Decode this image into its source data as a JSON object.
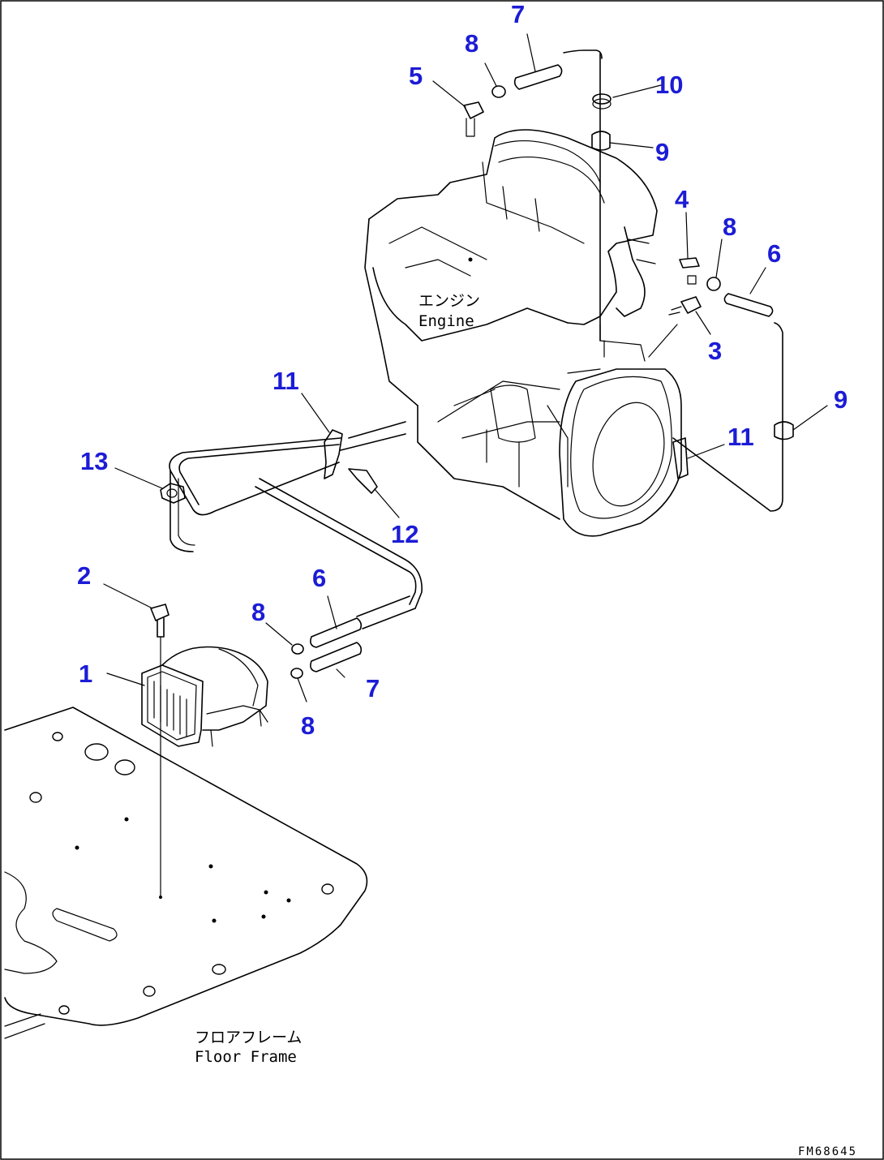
{
  "callouts": {
    "c1": "1",
    "c2": "2",
    "c3": "3",
    "c4": "4",
    "c5": "5",
    "c6a": "6",
    "c6b": "6",
    "c7a": "7",
    "c7b": "7",
    "c8a": "8",
    "c8b": "8",
    "c8c": "8",
    "c8d": "8",
    "c9a": "9",
    "c9b": "9",
    "c10": "10",
    "c11a": "11",
    "c11b": "11",
    "c12": "12",
    "c13": "13"
  },
  "labels": {
    "engine_jp": "エンジン",
    "engine_en": "Engine",
    "floor_jp": "フロアフレーム",
    "floor_en": "Floor Frame"
  },
  "drawing_number": "FM68645",
  "colors": {
    "callout": "#1c1cd6",
    "line": "#000000"
  }
}
